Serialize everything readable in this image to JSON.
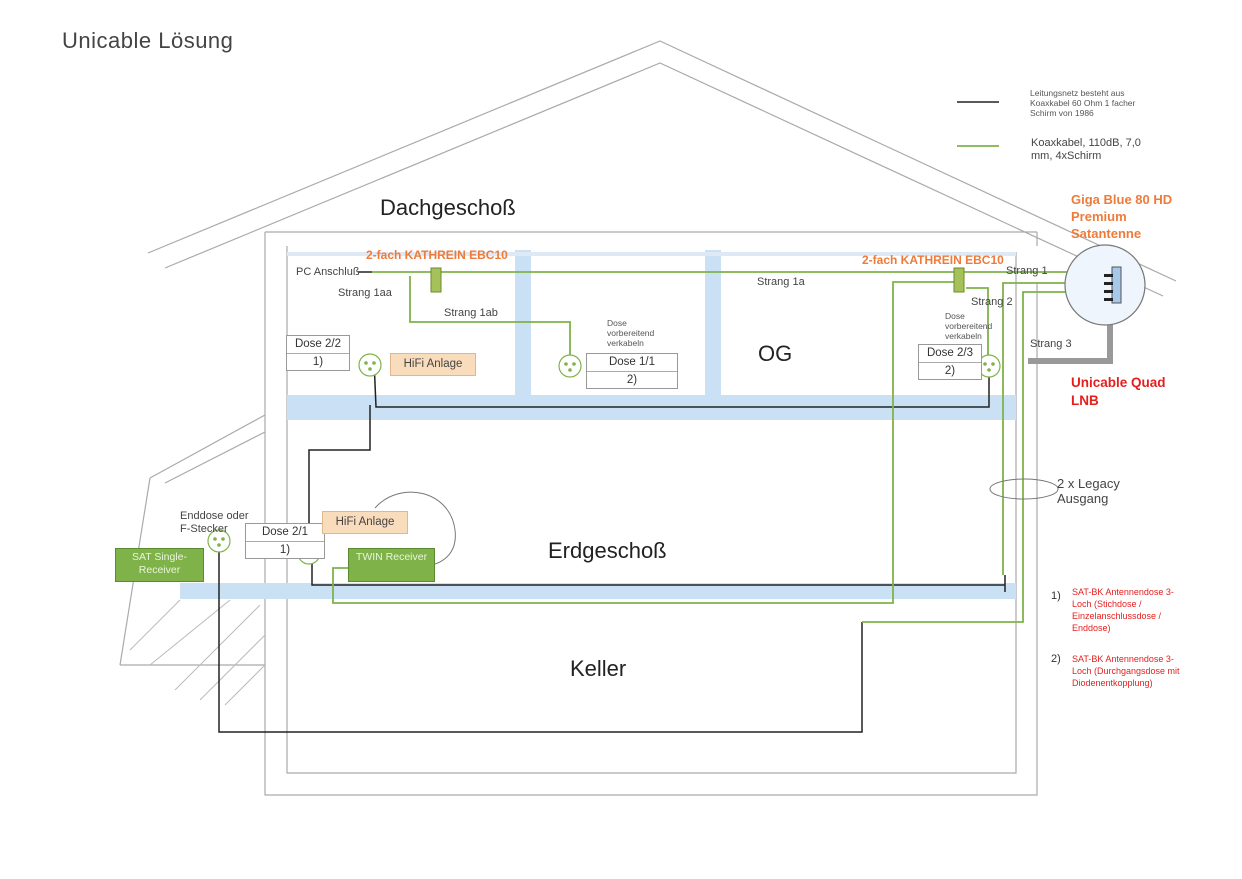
{
  "title": "Unicable Lösung",
  "floors": {
    "dach": "Dachgeschoß",
    "og": "OG",
    "eg": "Erdgeschoß",
    "keller": "Keller"
  },
  "legend": {
    "black_line_text": "Leitungsnetz besteht aus Koaxkabel 60 Ohm 1 facher Schirm von 1986",
    "green_line_text": "Koaxkabel, 110dB, 7,0 mm, 4xSchirm",
    "black_color": "#222222",
    "green_color": "#7fb349"
  },
  "antenna": {
    "name": "Giga Blue 80 HD Premium Satantenne",
    "lnb": "Unicable Quad LNB"
  },
  "splitters": {
    "left": "2-fach KATHREIN EBC10",
    "right": "2-fach KATHREIN EBC10"
  },
  "strands": {
    "s1": "Strang 1",
    "s2": "Strang 2",
    "s3": "Strang 3",
    "s1a": "Strang 1a",
    "s1aa": "Strang 1aa",
    "s1ab": "Strang 1ab"
  },
  "labels": {
    "pc": "PC Anschluß",
    "dose_prep": "Dose vorbereitend verkabeln",
    "legacy": "2 x Legacy Ausgang",
    "enddose": "Enddose oder F-Stecker"
  },
  "doses": {
    "d22": {
      "name": "Dose 2/2",
      "type": "1)"
    },
    "d11": {
      "name": "Dose 1/1",
      "type": "2)"
    },
    "d23": {
      "name": "Dose 2/3",
      "type": "2)"
    },
    "d21": {
      "name": "Dose 2/1",
      "type": "1)"
    }
  },
  "devices": {
    "hifi_og": "HiFi Anlage",
    "hifi_eg": "HiFi Anlage",
    "twin": "TWIN Receiver",
    "single": "SAT Single-Receiver"
  },
  "notes": {
    "n1_num": "1)",
    "n1_text": "SAT-BK Antennendose 3-Loch (Stichdose / Einzelanschlussdose / Enddose)",
    "n2_num": "2)",
    "n2_text": "SAT-BK Antennendose 3-Loch (Durchgangsdose mit Diodenentkopplung)"
  }
}
